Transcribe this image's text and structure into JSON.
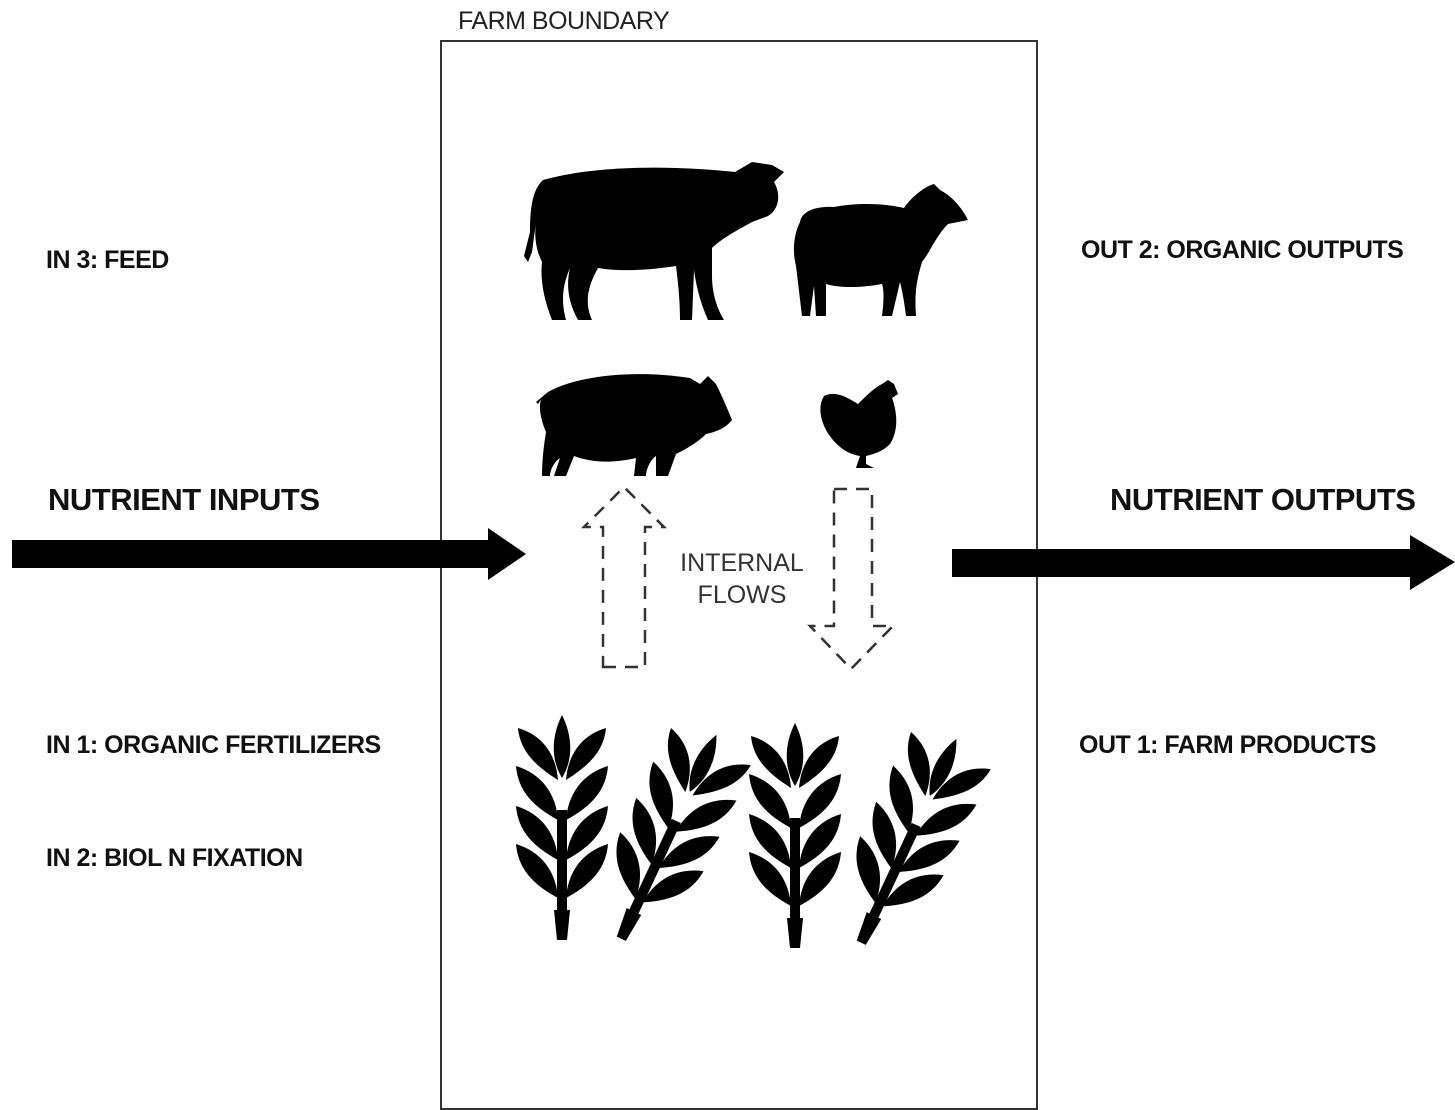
{
  "farm_boundary": "FARM BOUNDARY",
  "inputs": {
    "title": "NUTRIENT INPUTS",
    "in3": "IN 3: FEED",
    "in1": "IN 1: ORGANIC FERTILIZERS",
    "in2": "IN 2: BIOL N FIXATION"
  },
  "outputs": {
    "title": "NUTRIENT OUTPUTS",
    "out2": "OUT 2: ORGANIC OUTPUTS",
    "out1": "OUT 1: FARM PRODUCTS"
  },
  "internal_flows": [
    "INTERNAL",
    "FLOWS"
  ],
  "icons": [
    "cow-icon",
    "sheep-icon",
    "pig-icon",
    "chicken-icon",
    "wheat-icon"
  ],
  "colors": {
    "ink": "#000000",
    "boundary": "#333333",
    "background": "#ffffff"
  }
}
